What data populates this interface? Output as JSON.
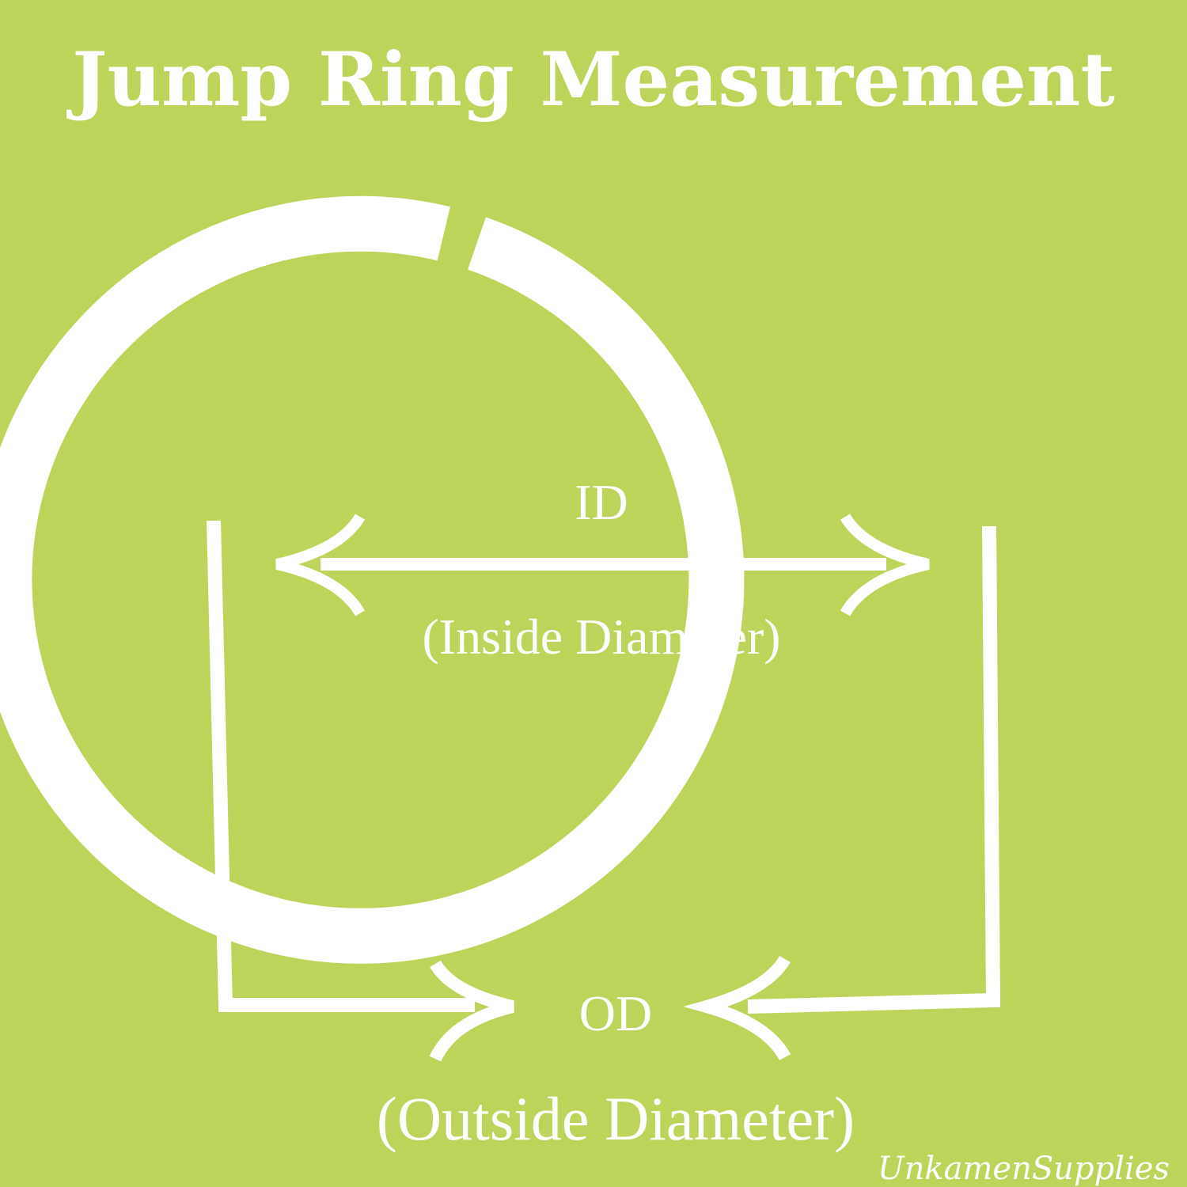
{
  "title": "Jump Ring Measurement",
  "inside_diameter": {
    "abbr": "ID",
    "full": "(Inside Diameter)"
  },
  "outside_diameter": {
    "abbr": "OD",
    "full": "(Outside Diameter)"
  },
  "watermark": "UnkamenSupplies",
  "colors": {
    "background": "#bdd45a",
    "foreground": "#ffffff"
  }
}
